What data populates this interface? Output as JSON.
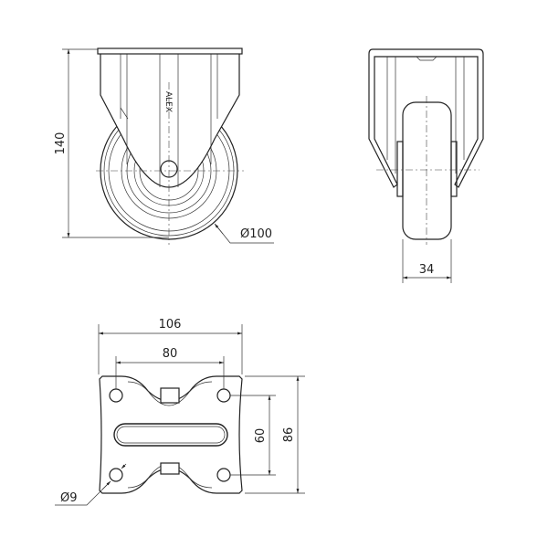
{
  "front_view": {
    "height_dim": "140",
    "diameter_dim": "Ø100",
    "logo": "ALEX"
  },
  "side_view": {
    "width_dim": "34"
  },
  "bottom_view": {
    "plate_width_dim": "106",
    "hole_spacing_x_dim": "80",
    "hole_spacing_y_dim": "60",
    "plate_length_dim": "86",
    "hole_diameter_dim": "Ø9"
  }
}
